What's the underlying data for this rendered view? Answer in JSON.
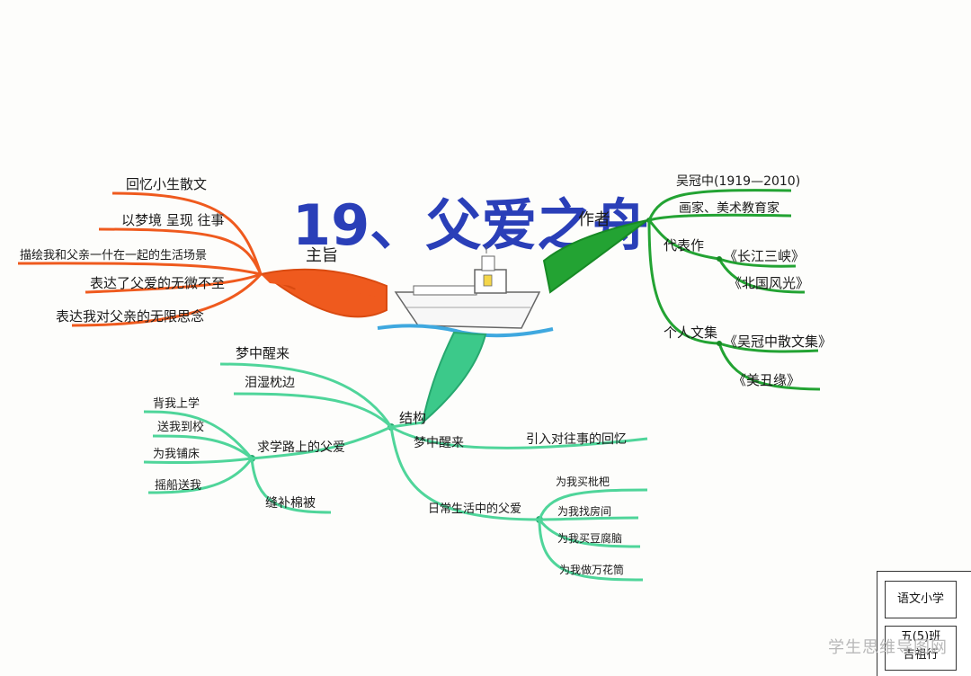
{
  "title": "19、父爱之舟",
  "branches": {
    "purpose": {
      "label": "主旨",
      "items": [
        "回忆小生散文",
        "以梦境 呈现 往事",
        "描绘我和父亲一什在一起的生活场景",
        "表达了父爱的无微不至",
        "表达我对父亲的无限思念"
      ]
    },
    "author": {
      "label": "作者",
      "name": "吴冠中(1919—2010)",
      "profession": "画家、美术教育家",
      "works_label": "代表作",
      "works": [
        "《长江三峡》",
        "《北国风光》"
      ],
      "collection_label": "个人文集",
      "collections": [
        "《吴冠中散文集》",
        "《美丑缘》"
      ]
    },
    "structure": {
      "label": "结构",
      "dream_start": "梦中醒来",
      "dream_start_detail": "泪湿枕边",
      "dream_wake": "梦中醒来",
      "dream_wake_detail": "引入对往事的回忆",
      "school_road": {
        "label": "求学路上的父爱",
        "items": [
          "背我上学",
          "送我到校",
          "为我铺床",
          "摇船送我",
          "缝补棉被"
        ]
      },
      "daily_life": {
        "label": "日常生活中的父爱",
        "items": [
          "为我买枇杷",
          "为我找房间",
          "为我买豆腐脑",
          "为我做万花筒"
        ]
      }
    }
  },
  "stamp": {
    "school": "语文小学",
    "class": "五(5)班",
    "name": "吉祖行"
  },
  "watermark": "学生思维导图网",
  "colors": {
    "title": "#2a3fb8",
    "purpose": "#ef5a1e",
    "author": "#23a333",
    "structure": "#3cc98a",
    "water": "#3fa8df"
  }
}
